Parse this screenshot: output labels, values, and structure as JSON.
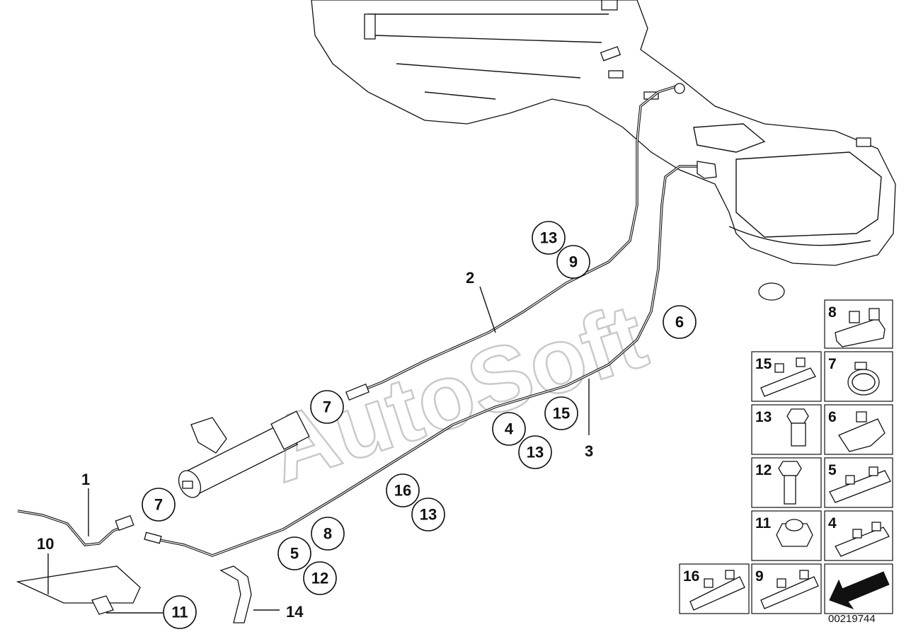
{
  "watermark": "AutoSoft",
  "document_id": "00219744",
  "callouts_plain": [
    "1",
    "2",
    "3",
    "10",
    "14"
  ],
  "callouts_circled": [
    "13",
    "9",
    "6",
    "7",
    "15",
    "4",
    "13",
    "16",
    "13",
    "7",
    "8",
    "5",
    "12",
    "11"
  ],
  "legend_grid": [
    {
      "left": "",
      "right": "8"
    },
    {
      "left": "15",
      "right": "7"
    },
    {
      "left": "13",
      "right": "6"
    },
    {
      "left": "12",
      "right": "5"
    },
    {
      "left": "11",
      "right": "4"
    },
    {
      "left": "16",
      "right": "9"
    }
  ]
}
